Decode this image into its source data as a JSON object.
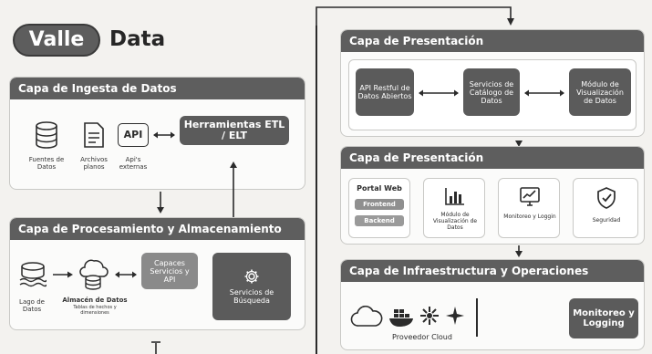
{
  "brand": {
    "word1": "Valle",
    "word2": "Data"
  },
  "ingest": {
    "title": "Capa de Ingesta de Datos",
    "sources": [
      {
        "icon": "database-icon",
        "label": "Fuentes de Datos"
      },
      {
        "icon": "file-icon",
        "label": "Archivos planos"
      },
      {
        "icon": "api-icon",
        "label": "Api's externas"
      }
    ],
    "api_text": "API",
    "tools": "Herramientas ETL / ELT"
  },
  "processing": {
    "title": "Capa de Procesamiento y Almacenamiento",
    "lake": "Lago de Datos",
    "warehouse": "Almacén de Datos",
    "warehouse_sub": "Tablas de hechos y dimensiones",
    "services_api": "Capaces Servicios y API",
    "search": "Servicios de Búsqueda"
  },
  "presentation_top": {
    "title": "Capa de Presentación",
    "boxes": [
      "API Restful de Datos Abiertos",
      "Servicios de Catálogo de Datos",
      "Módulo de Visualización de Datos"
    ]
  },
  "presentation": {
    "title": "Capa de Presentación",
    "portal_title": "Portal Web",
    "frontend": "Frontend",
    "backend": "Backend",
    "cards": [
      {
        "icon": "bar-chart-icon",
        "label": "Módulo de Visualización de Datos"
      },
      {
        "icon": "monitor-chart-icon",
        "label": "Monitoreo y Loggin"
      },
      {
        "icon": "shield-check-icon",
        "label": "Seguridad"
      }
    ]
  },
  "infra": {
    "title": "Capa de Infraestructura y Operaciones",
    "provider": "Proveedor Cloud",
    "monitoring": "Monitoreo y Logging"
  },
  "colors": {
    "header": "#5e5e5e",
    "box": "#5b5b5b",
    "pill": "#8f8f8f",
    "background": "#f3f2ef"
  }
}
